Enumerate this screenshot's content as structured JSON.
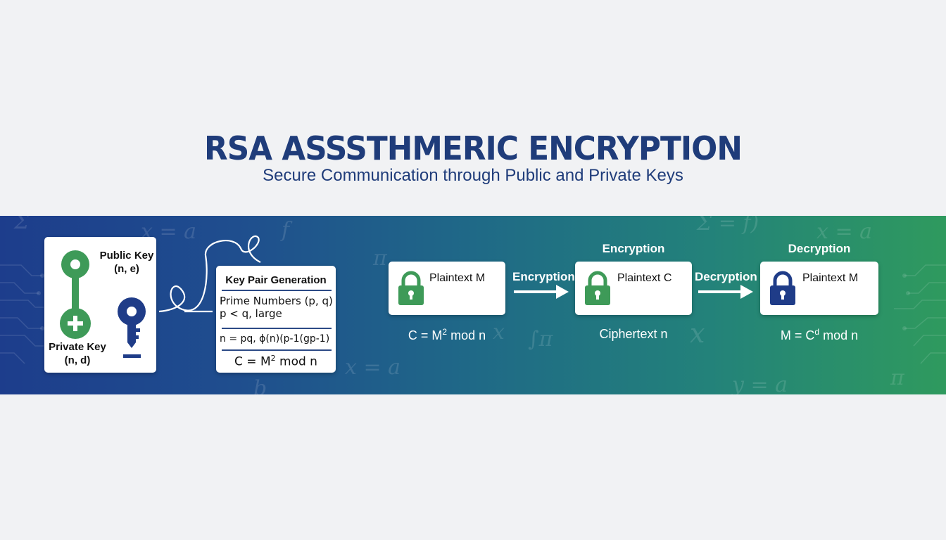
{
  "header": {
    "title": "RSA ASSSTHMERIC ENCRYPTION",
    "subtitle": "Secure Communication through Public and Private Keys"
  },
  "keys_card": {
    "public_key_label": "Public Key",
    "public_key_params": "(n, e)",
    "private_key_label": "Private Key",
    "private_key_params": "(n, d)"
  },
  "keygen_card": {
    "title": "Key Pair Generation",
    "line1": "Prime Numbers (p, q)",
    "line2": "p < q, large",
    "line3": "n = pq, ϕ(n)(p-1(gp-1)",
    "formula_base": "C = M",
    "formula_exp": "2",
    "formula_tail": " mod n"
  },
  "flow": {
    "step1": {
      "box_label": "Plaintext M",
      "caption_base": "C = M",
      "caption_exp": "2",
      "caption_tail": " mod n"
    },
    "arrow1_label": "Encryption",
    "step2": {
      "heading": "Encryption",
      "box_label": "Plaintext C",
      "caption": "Ciphertext n"
    },
    "arrow2_label": "Decryption",
    "step3": {
      "heading": "Decryption",
      "box_label": "Plaintext M",
      "caption_base": "M = C",
      "caption_exp": "d",
      "caption_tail": " mod n"
    }
  },
  "colors": {
    "navy": "#1f3c7a",
    "green": "#3e9a58",
    "lock_navy": "#1f3c88"
  }
}
